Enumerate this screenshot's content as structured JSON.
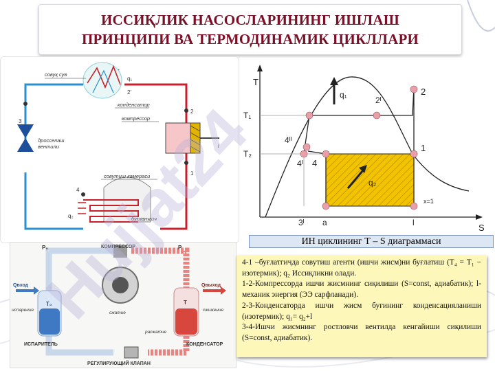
{
  "title": {
    "line1": "ИССИҚЛИК НАСОСЛАРИНИНГ ИШЛАШ",
    "line2": "ПРИНЦИПИ ВА ТЕРМОДИНАМИК ЦИКЛЛАРИ"
  },
  "scheme": {
    "cold_water": "совуқ сув",
    "q1": "q₁",
    "two_prime": "2'",
    "condenser": "конденсатор",
    "compressor": "компрессор",
    "label_l": "l",
    "label_2": "2",
    "label_1": "1",
    "label_3": "3",
    "label_4": "4",
    "throttle_l1": "дросселаш",
    "throttle_l2": "вентили",
    "cooling_chamber": "совутиш камераси",
    "q2": "q₂",
    "evaporator": "буғлатгич"
  },
  "ts_diagram": {
    "axis_t": "T",
    "axis_s": "S",
    "t1": "T₁",
    "t2": "T₂",
    "p2": "2",
    "p2prime": "2ᴵ",
    "p1": "1",
    "p4": "4",
    "p4prime": "4ᴵ",
    "p4double": "4ᴵᴵ",
    "q1": "q₁",
    "q2": "q₂",
    "x1": "x=1",
    "s3prime": "3ᴵ",
    "sa": "a",
    "sl": "l"
  },
  "caption": "ИН  циклининг Т – S диаграммаси",
  "description": [
    "4-1 –буғлатгичда совутиш агенти (ишчи жисм)ни буғлатиш (Т₄ = Т₁ − изотермик); q₂ Иссиқликни олади.",
    "1-2-Компрессорда ишчи жисмнинг сиқилиши (S=const, адиабатик); l-механик энергия (ЭЭ сарфланади).",
    "2-3-Конденсаторда ишчи жисм буғининг конденсацияланиши (изотермик); q₁= q₂+l",
    "3-4-Ишчи жисмнинг ростловчи вентилда кенгайиши сиқилиши (S=const, адиабатик)."
  ],
  "hp_scheme": {
    "p0": "P₀",
    "p": "P",
    "compressor": "КОМПРЕССОР",
    "q_in": "Qвход",
    "q_out": "Qвыход",
    "t0": "T₀",
    "t": "T",
    "evaporation": "испарение",
    "condensation": "сжижение",
    "compression": "сжатие",
    "expansion": "расжатие",
    "evaporator": "ИСПАРИТЕЛЬ",
    "condenser": "КОНДЕНСАТОР",
    "valve": "РЕГУЛИРУЮЩИЙ КЛАПАН"
  },
  "watermark": "Hujjat24",
  "colors": {
    "title": "#7a1028",
    "hot_line": "#c8202a",
    "cold_line": "#2a8fcf",
    "hatch_fill": "#f2c400",
    "caption_bg": "#dde7f4",
    "desc_bg": "#fdf7b9"
  }
}
